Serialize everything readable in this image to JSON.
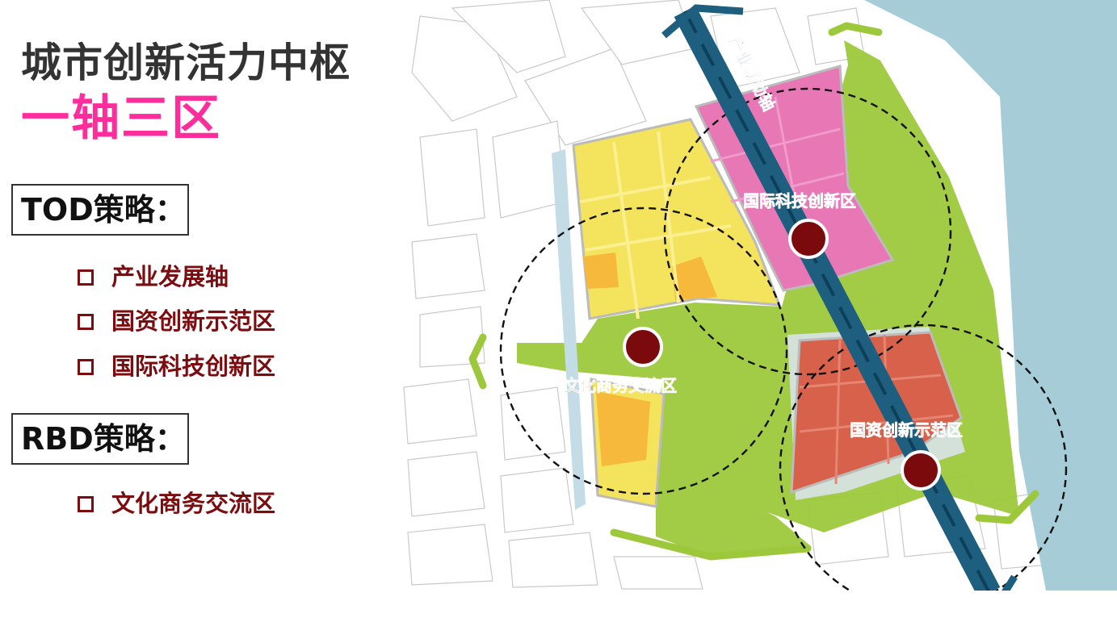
{
  "header": {
    "title_line1": "城市创新活力中枢",
    "title_line2": "一轴三区"
  },
  "strategies": [
    {
      "label": "TOD策略：",
      "items": [
        "产业发展轴",
        "国资创新示范区",
        "国际科技创新区"
      ]
    },
    {
      "label": "RBD策略：",
      "items": [
        "文化商务交流区"
      ]
    }
  ],
  "map": {
    "axis_label": "产业联动轴",
    "zones": [
      {
        "name": "国际科技创新区",
        "color": "#e877b6"
      },
      {
        "name": "文化商务交流区",
        "color": "#f4e35c"
      },
      {
        "name": "国资创新示范区",
        "color": "#d8614b"
      }
    ],
    "colors": {
      "green_area": "#9dc83c",
      "axis": "#1e5f80",
      "river": "#a6ccd8",
      "node": "#7a0a0c",
      "pink": "#e877b6",
      "yellow": "#f4e35c",
      "orange": "#f6b93b",
      "red": "#d8614b"
    }
  }
}
